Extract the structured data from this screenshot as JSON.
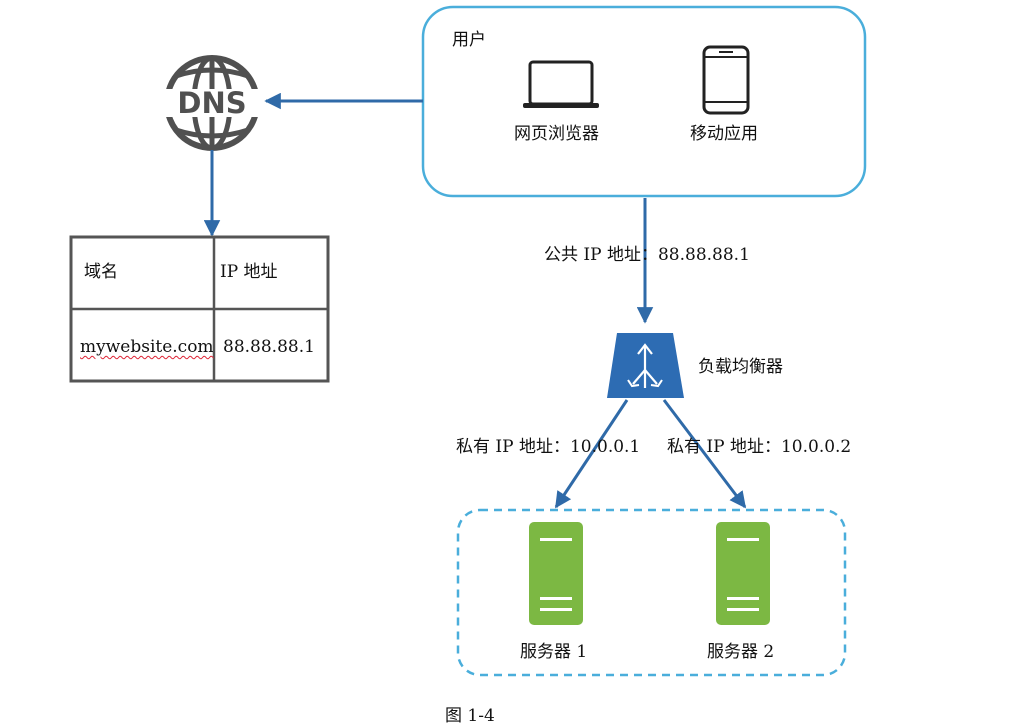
{
  "user_box": {
    "title": "用户",
    "web_browser_label": "网页浏览器",
    "mobile_app_label": "移动应用"
  },
  "dns": {
    "icon_text": "DNS"
  },
  "dns_table": {
    "headers": [
      "域名",
      "IP 地址"
    ],
    "rows": [
      [
        "mywebsite.com",
        "88.88.88.1"
      ]
    ]
  },
  "public_ip_label": "公共 IP 地址：88.88.88.1",
  "load_balancer_label": "负载均衡器",
  "private_ip_labels": [
    "私有 IP 地址：10.0.0.1",
    "私有 IP 地址：10.0.0.2"
  ],
  "servers": [
    "服务器 1",
    "服务器 2"
  ],
  "caption": "图 1-4",
  "colors": {
    "user_box_border": "#4aaedb",
    "arrow": "#2f6aa8",
    "table_border": "#555555",
    "dns_icon": "#505050",
    "load_balancer": "#2d6cb3",
    "server": "#7cb843",
    "server_group_border": "#4aaedb"
  }
}
